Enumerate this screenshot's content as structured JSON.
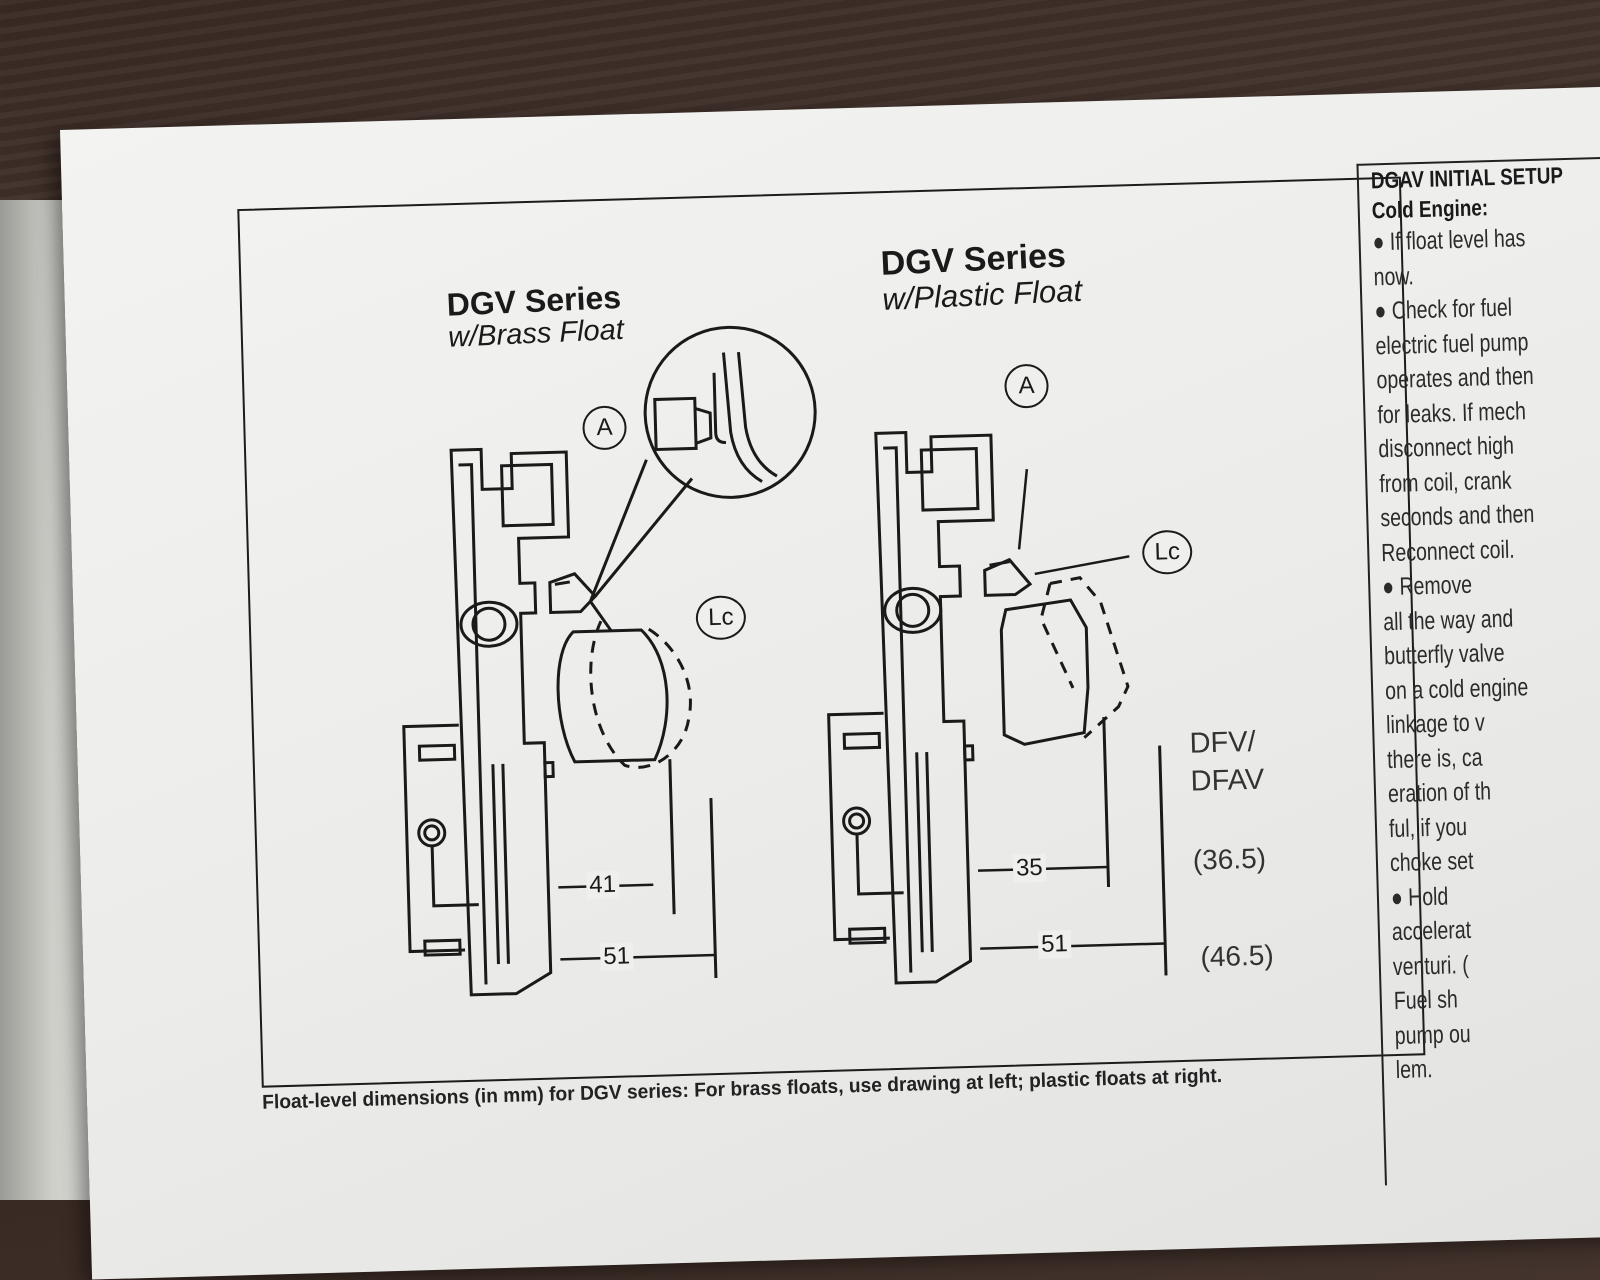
{
  "figure": {
    "left": {
      "title": "DGV Series",
      "subtitle": "w/Brass Float",
      "callout_a": "A",
      "callout_lc": "Lc",
      "dim_top": "41",
      "dim_bottom": "51"
    },
    "right": {
      "title": "DGV Series",
      "subtitle": "w/Plastic Float",
      "callout_a": "A",
      "callout_lc": "Lc",
      "dim_top": "35",
      "dim_bottom": "51",
      "alt_label_line1": "DFV/",
      "alt_label_line2": "DFAV",
      "alt_dim_top": "(36.5)",
      "alt_dim_bottom": "(46.5)"
    }
  },
  "caption": "Float-level dimensions (in mm) for DGV series: For brass floats, use drawing at left; plastic floats at right.",
  "right_column": {
    "title_line1": "DGAV INITIAL SETUP",
    "title_line2": "Cold Engine:",
    "lines": [
      "● If float level has",
      "now.",
      "● Check for fuel",
      "electric fuel pump",
      "operates and then",
      "for leaks. If mech",
      "disconnect high",
      "from coil, crank",
      "seconds and then",
      "Reconnect coil.",
      "● Remove",
      "all the way and",
      "butterfly valve",
      "on a cold engine",
      "linkage to v",
      "there is, ca",
      "eration of th",
      "ful, if you",
      "choke set",
      "● Hold",
      "accelerat",
      "venturi. (",
      "Fuel sh",
      "pump ou",
      "lem."
    ]
  }
}
